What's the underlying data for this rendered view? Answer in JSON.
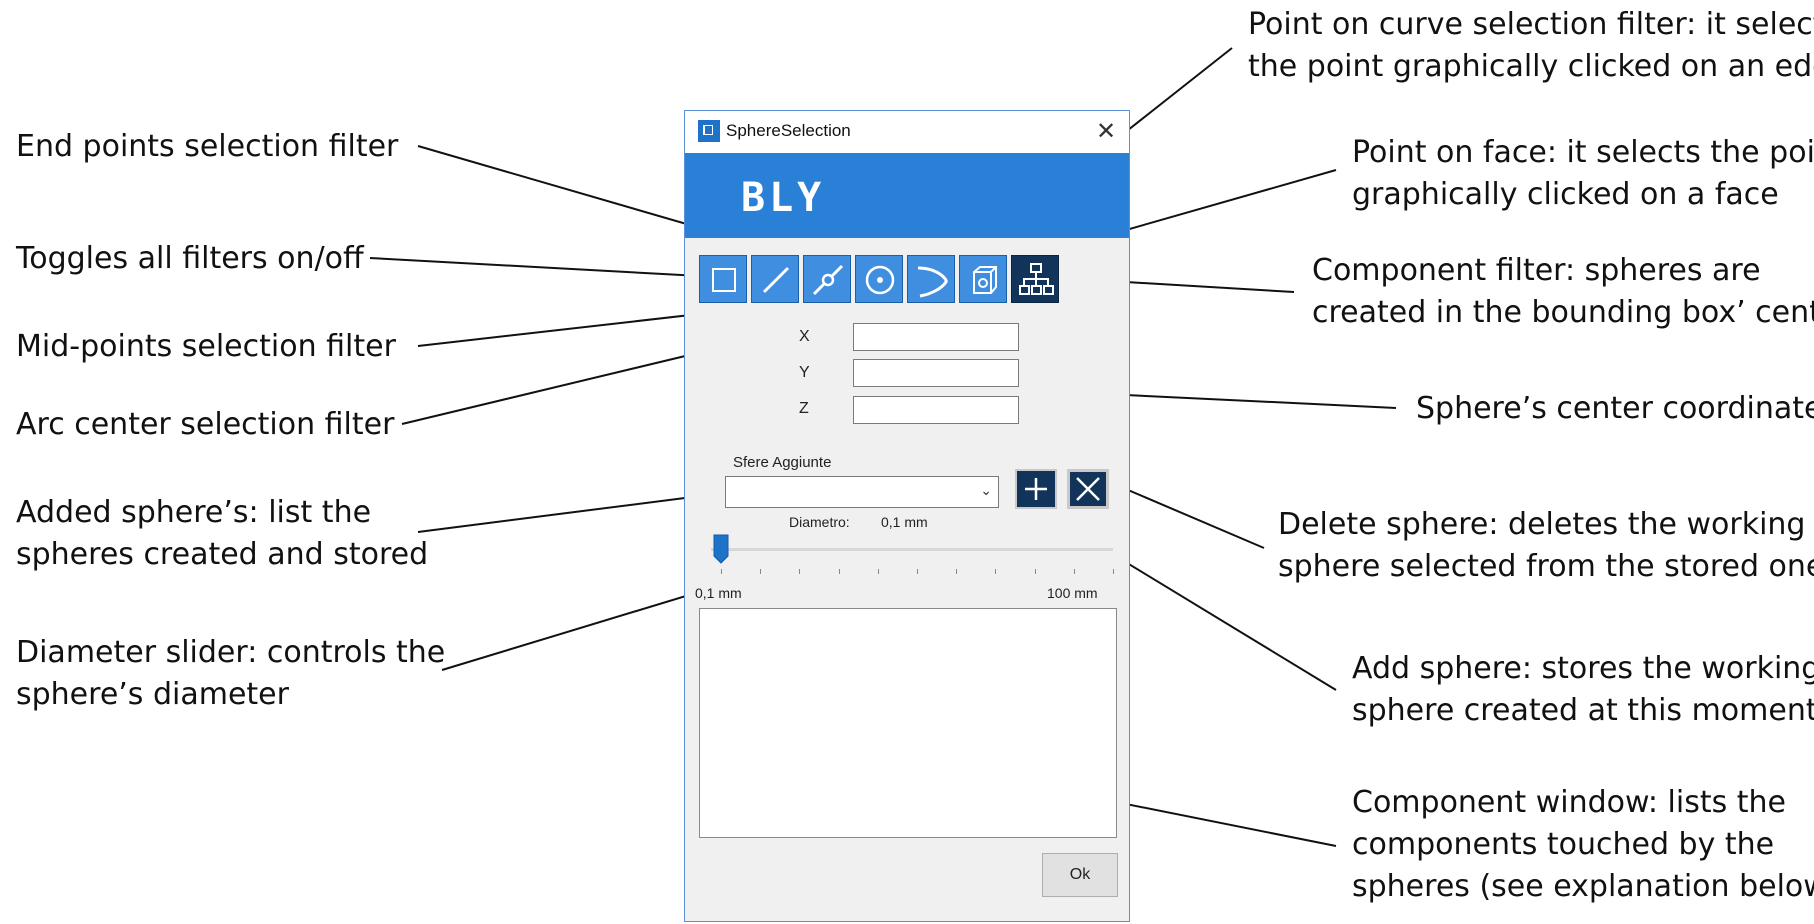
{
  "annotations": {
    "end_points": "End points selection filter",
    "toggle_all": "Toggles all filters on/off",
    "mid_points": "Mid-points selection filter",
    "arc_center": "Arc center selection filter",
    "added_line1": "Added sphere’s: list the",
    "added_line2": "spheres created and stored",
    "slider_line1": "Diameter slider: controls the",
    "slider_line2": "sphere’s diameter",
    "curve_line1": "Point on curve selection filter: it selects",
    "curve_line2": "the point graphically clicked on an edge",
    "face_line1": "Point on face: it selects the point",
    "face_line2": "graphically clicked on a face",
    "component_line1": "Component filter: spheres are",
    "component_line2": "created in the bounding box’ center",
    "coords": "Sphere’s center coordinates",
    "delete_line1": "Delete sphere: deletes the working",
    "delete_line2": "sphere selected from the stored ones",
    "add_line1": "Add sphere: stores the working",
    "add_line2": "sphere created at this moment",
    "window_line1": "Component window: lists the",
    "window_line2": "components touched by the",
    "window_line3": "spheres (see explanation below)"
  },
  "dialog": {
    "title": "SphereSelection",
    "close_glyph": "✕",
    "logo": "BLY",
    "fields": {
      "x_label": "X",
      "y_label": "Y",
      "z_label": "Z",
      "x_value": "",
      "y_value": "",
      "z_value": ""
    },
    "combo_label": "Sfere Aggiunte",
    "combo_value": "",
    "diameter_label": "Diametro:",
    "diameter_value": "0,1 mm",
    "slider_min": "0,1 mm",
    "slider_max": "100 mm",
    "slider_level_percent": 0,
    "ok_label": "Ok"
  },
  "colors": {
    "accent": "#2a7fd6",
    "button_blue": "#3f8ee0",
    "button_dark": "#12345a"
  },
  "icons": [
    "square-icon",
    "line-endpoint-icon",
    "midpoint-icon",
    "circle-center-icon",
    "curve-point-icon",
    "face-point-icon",
    "hierarchy-icon",
    "plus-icon",
    "x-icon"
  ]
}
